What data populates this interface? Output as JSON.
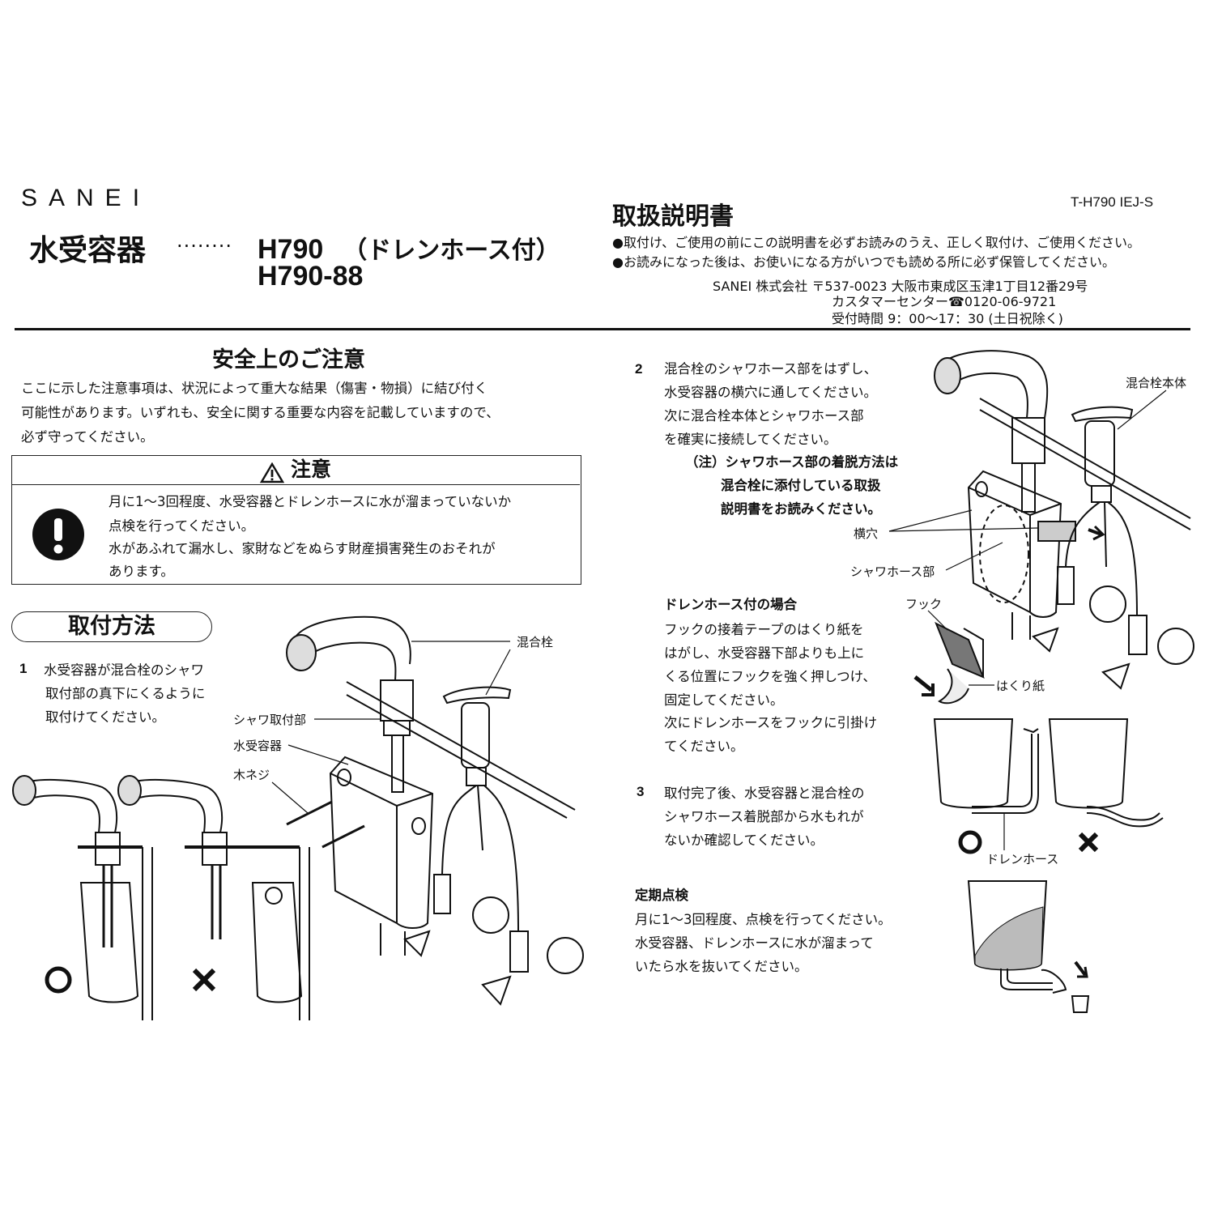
{
  "header": {
    "brand": "SANEI",
    "product_title": "水受容器",
    "dots": "········",
    "model_1": "H790",
    "model_1_suffix": "（ドレンホース付）",
    "model_2": "H790-88",
    "manual_title": "取扱説明書",
    "doc_number": "T-H790  IEJ-S",
    "notice_1": "●取付け、ご使用の前にこの説明書を必ずお読みのうえ、正しく取付け、ご使用ください。",
    "notice_2": "●お読みになった後は、お使いになる方がいつでも読める所に必ず保管してください。",
    "company": "SANEI 株式会社  〒537-0023  大阪市東成区玉津1丁目12番29号",
    "customer_center": "カスタマーセンター☎0120-06-9721",
    "hours": "受付時間 9：00〜17：30 (土日祝除く)"
  },
  "safety": {
    "title": "安全上のご注意",
    "intro_lines": [
      "ここに示した注意事項は、状況によって重大な結果（傷害・物損）に結び付く",
      "可能性があります。いずれも、安全に関する重要な内容を記載していますので、",
      "必ず守ってください。"
    ],
    "caution_heading": "注意",
    "caution_lines": [
      "月に1〜3回程度、水受容器とドレンホースに水が溜まっていないか",
      "点検を行ってください。",
      "水があふれて漏水し、家財などをぬらす財産損害発生のおそれが",
      "あります。"
    ]
  },
  "install": {
    "title": "取付方法",
    "step1": {
      "num": "1",
      "lines": [
        "水受容器が混合栓のシャワ",
        "取付部の真下にくるように",
        "取付けてください。"
      ]
    },
    "step1_labels": {
      "faucet": "混合栓",
      "shower_mount": "シャワ取付部",
      "container": "水受容器",
      "screw": "木ネジ",
      "ok": "○",
      "ng": "✕"
    },
    "step2": {
      "num": "2",
      "lines": [
        "混合栓のシャワホース部をはずし、",
        "水受容器の横穴に通してください。",
        "次に混合栓本体とシャワホース部",
        "を確実に接続してください。"
      ],
      "note_lines": [
        "（注）シャワホース部の着脱方法は",
        "混合栓に添付している取扱",
        "説明書をお読みください。"
      ]
    },
    "step2_labels": {
      "faucet_body": "混合栓本体",
      "side_hole": "横穴",
      "shower_hose": "シャワホース部"
    },
    "drain": {
      "title": "ドレンホース付の場合",
      "lines": [
        "フックの接着テープのはくり紙を",
        "はがし、水受容器下部よりも上に",
        "くる位置にフックを強く押しつけ、",
        "固定してください。",
        "次にドレンホースをフックに引掛け",
        "てください。"
      ],
      "hook": "フック",
      "release_paper": "はくり紙",
      "drain_hose": "ドレンホース",
      "ok": "○",
      "ng": "✕"
    },
    "step3": {
      "num": "3",
      "lines": [
        "取付完了後、水受容器と混合栓の",
        "シャワホース着脱部から水もれが",
        "ないか確認してください。"
      ]
    },
    "inspection": {
      "title": "定期点検",
      "lines": [
        "月に1〜3回程度、点検を行ってください。",
        "水受容器、ドレンホースに水が溜まって",
        "いたら水を抜いてください。"
      ]
    }
  }
}
